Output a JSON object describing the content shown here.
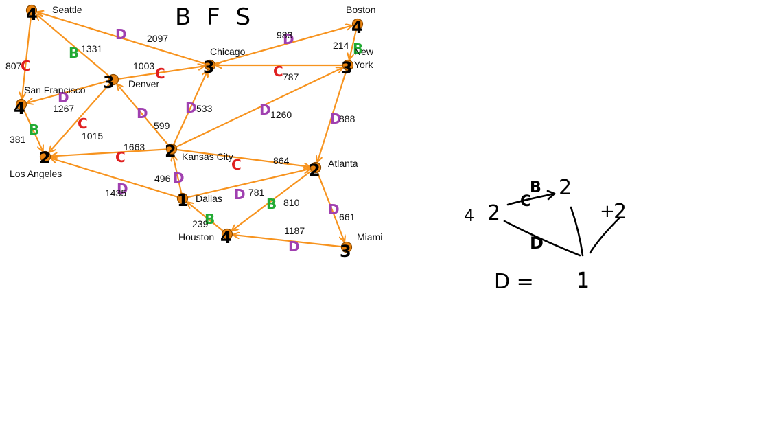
{
  "title": "B F S",
  "colors": {
    "edge": "#F7931E",
    "node_fill": "#E8820E",
    "node_stroke": "#8B4A00",
    "label_B": "#22AA33",
    "label_C": "#E02020",
    "label_D": "#A040B0",
    "ink": "#000000"
  },
  "cities": [
    {
      "id": "seattle",
      "name": "Seattle",
      "bfs": "4"
    },
    {
      "id": "sf",
      "name": "San Francisco",
      "bfs": "4"
    },
    {
      "id": "la",
      "name": "Los Angeles",
      "bfs": "2"
    },
    {
      "id": "denver",
      "name": "Denver",
      "bfs": "3"
    },
    {
      "id": "chicago",
      "name": "Chicago",
      "bfs": "3"
    },
    {
      "id": "boston",
      "name": "Boston",
      "bfs": "4"
    },
    {
      "id": "ny",
      "name": "New York",
      "bfs": "3"
    },
    {
      "id": "kc",
      "name": "Kansas City",
      "bfs": "2"
    },
    {
      "id": "atlanta",
      "name": "Atlanta",
      "bfs": "2"
    },
    {
      "id": "dallas",
      "name": "Dallas",
      "bfs": "1"
    },
    {
      "id": "houston",
      "name": "Houston",
      "bfs": "4"
    },
    {
      "id": "miami",
      "name": "Miami",
      "bfs": "3"
    }
  ],
  "edges": [
    {
      "from": "chicago",
      "to": "seattle",
      "distance": "2097",
      "mark": "D"
    },
    {
      "from": "denver",
      "to": "seattle",
      "distance": "1331",
      "mark": "B"
    },
    {
      "from": "seattle",
      "to": "sf",
      "distance": "807",
      "mark": "C"
    },
    {
      "from": "denver",
      "to": "chicago",
      "distance": "1003",
      "mark": "C"
    },
    {
      "from": "denver",
      "to": "sf",
      "distance": "1267",
      "mark": "D"
    },
    {
      "from": "denver",
      "to": "la",
      "distance": "1015",
      "mark": "C"
    },
    {
      "from": "sf",
      "to": "la",
      "distance": "381",
      "mark": "B"
    },
    {
      "from": "chicago",
      "to": "boston",
      "distance": "983",
      "mark": "D"
    },
    {
      "from": "boston",
      "to": "ny",
      "distance": "214",
      "mark": "B"
    },
    {
      "from": "ny",
      "to": "chicago",
      "distance": "787",
      "mark": "C"
    },
    {
      "from": "kc",
      "to": "chicago",
      "distance": "533",
      "mark": "D"
    },
    {
      "from": "kc",
      "to": "ny",
      "distance": "1260",
      "mark": "D"
    },
    {
      "from": "kc",
      "to": "denver",
      "distance": "599",
      "mark": "D"
    },
    {
      "from": "kc",
      "to": "la",
      "distance": "1663",
      "mark": "C"
    },
    {
      "from": "kc",
      "to": "atlanta",
      "distance": "864",
      "mark": "C"
    },
    {
      "from": "ny",
      "to": "atlanta",
      "distance": "888",
      "mark": "D"
    },
    {
      "from": "dallas",
      "to": "kc",
      "distance": "496",
      "mark": "D"
    },
    {
      "from": "dallas",
      "to": "la",
      "distance": "1435",
      "mark": "D"
    },
    {
      "from": "dallas",
      "to": "atlanta",
      "distance": "781",
      "mark": "D"
    },
    {
      "from": "atlanta",
      "to": "houston",
      "distance": "810",
      "mark": "B"
    },
    {
      "from": "houston",
      "to": "dallas",
      "distance": "239",
      "mark": "B"
    },
    {
      "from": "miami",
      "to": "houston",
      "distance": "1187",
      "mark": "D"
    },
    {
      "from": "atlanta",
      "to": "miami",
      "distance": "661",
      "mark": "D"
    }
  ],
  "sketch": {
    "left_count": "2",
    "left_prefix": "4",
    "middle_count": "2",
    "right_count": "2",
    "right_prefix": "+",
    "bottom_count": "1",
    "edge_b_label": "B",
    "edge_c_label": "C",
    "edge_d_label": "D",
    "equation_left": "D =",
    "equation_right": "1"
  }
}
